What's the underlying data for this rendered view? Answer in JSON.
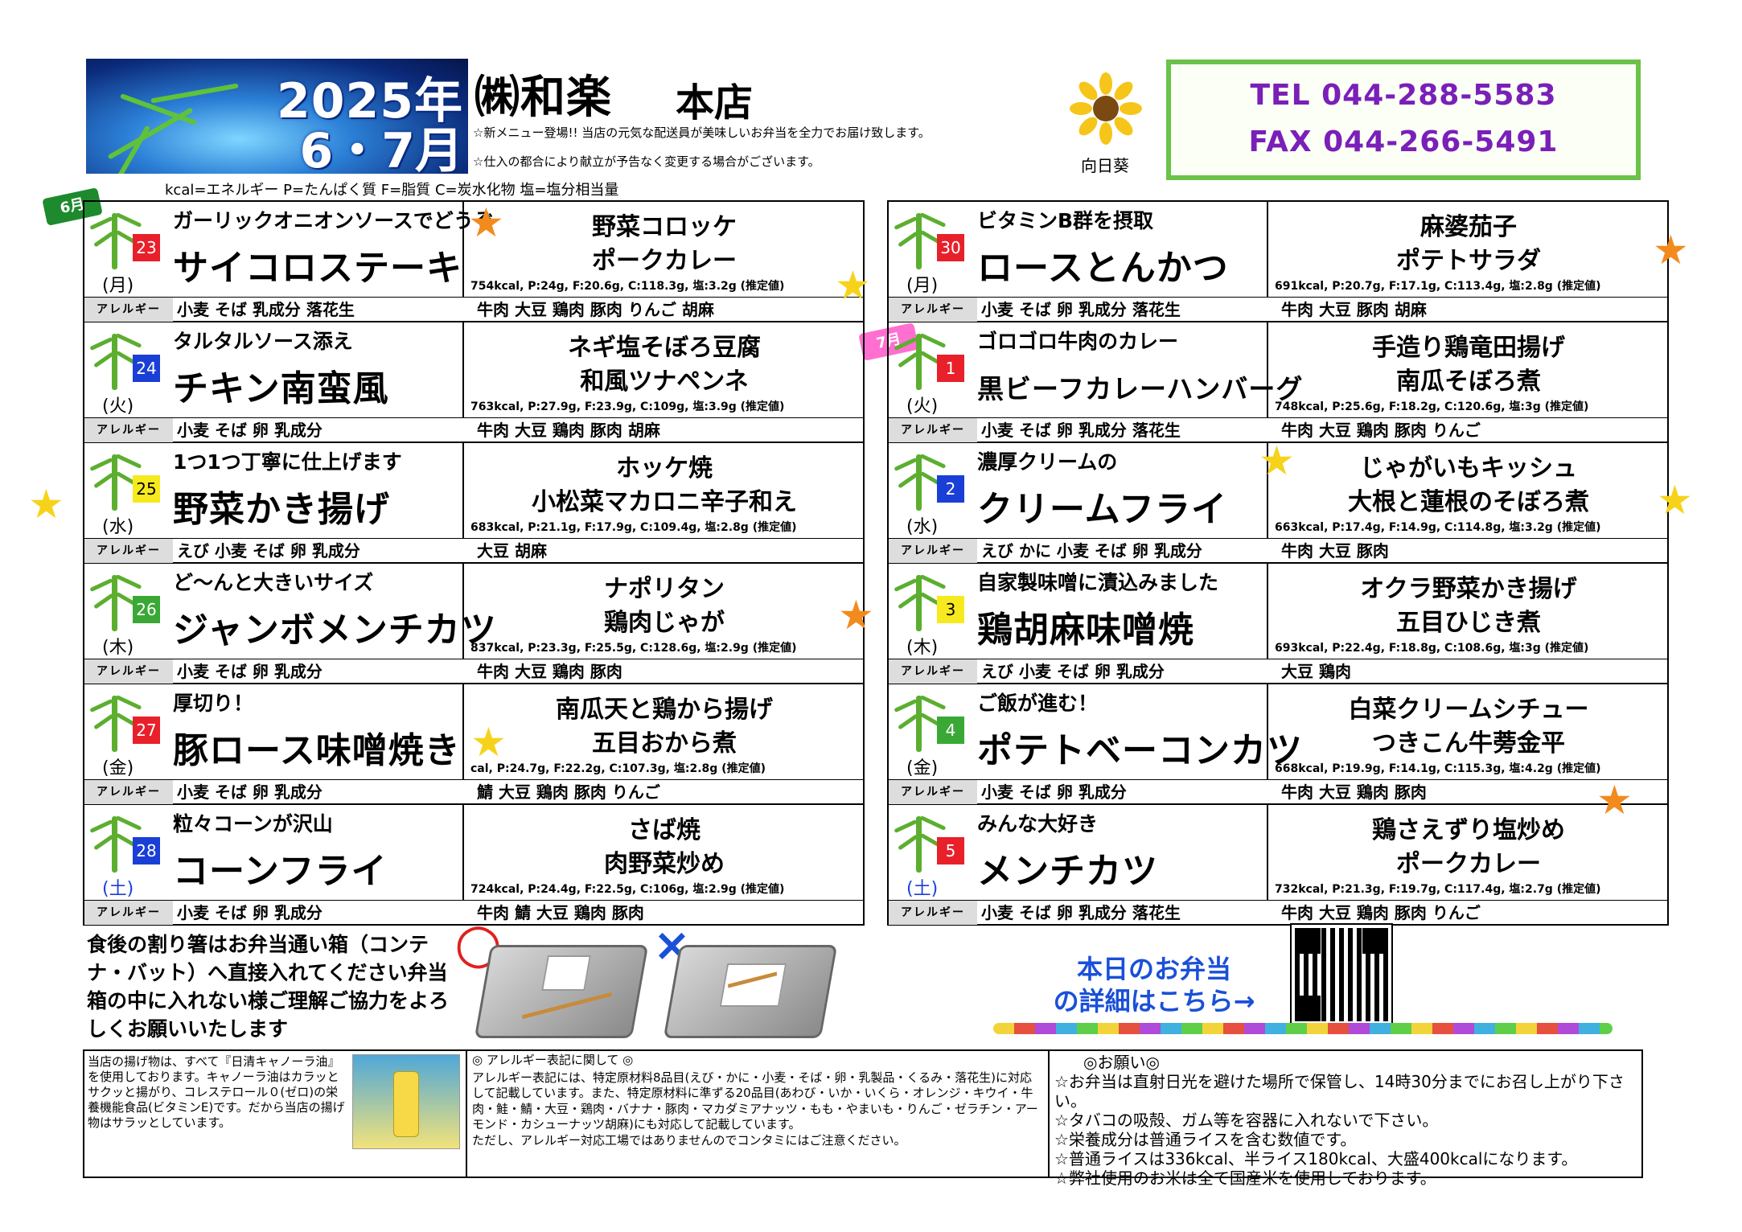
{
  "header": {
    "year": "2025年",
    "months": "6・7月",
    "company": "㈱和楽",
    "branch": "本店",
    "notice1": "☆新メニュー登場!! 当店の元気な配送員が美味しいお弁当を全力でお届け致します。",
    "notice2": "☆仕入の都合により献立が予告なく変更する場合がございます。",
    "sunflower_label": "向日葵",
    "tel": "TEL 044-288-5583",
    "fax": "FAX 044-266-5491",
    "legend": "kcal=エネルギー P=たんぱく質 F=脂質 C=炭水化物 塩=塩分相当量"
  },
  "allergy_label": "アレルギー",
  "month_tags": {
    "june": "6月",
    "july": "7月"
  },
  "colors": {
    "red": "#e8202a",
    "blue": "#1a3fd6",
    "green": "#3aa835",
    "yellow": "#f6ea1e",
    "purple": "#7a1fb8",
    "contact_border": "#6cc24a",
    "tag_green": "#1e8a2e",
    "tag_pink": "#ff6fd0"
  },
  "left_days": [
    {
      "date": "23",
      "weekday": "(月)",
      "color": "red",
      "caption": "ガーリックオニオンソースでどうぞ",
      "main": "サイコロステーキ",
      "side1": "野菜コロッケ",
      "side2": "ポークカレー",
      "nutrition": "754kcal, P:24g, F:20.6g, C:118.3g, 塩:3.2g (推定値)",
      "allergy_main": "小麦 そば 乳成分 落花生",
      "allergy_side": "牛肉 大豆 鶏肉 豚肉 りんご 胡麻"
    },
    {
      "date": "24",
      "weekday": "(火)",
      "color": "blue",
      "caption": "タルタルソース添え",
      "main": "チキン南蛮風",
      "side1": "ネギ塩そぼろ豆腐",
      "side2": "和風ツナペンネ",
      "nutrition": "763kcal, P:27.9g, F:23.9g, C:109g, 塩:3.9g (推定値)",
      "allergy_main": "小麦 そば 卵 乳成分",
      "allergy_side": "牛肉 大豆 鶏肉 豚肉 胡麻"
    },
    {
      "date": "25",
      "weekday": "(水)",
      "color": "yellow",
      "caption": "1つ1つ丁寧に仕上げます",
      "main": "野菜かき揚げ",
      "side1": "ホッケ焼",
      "side2": "小松菜マカロニ辛子和え",
      "nutrition": "683kcal, P:21.1g, F:17.9g, C:109.4g, 塩:2.8g (推定値)",
      "allergy_main": "えび 小麦 そば 卵 乳成分",
      "allergy_side": "大豆 胡麻"
    },
    {
      "date": "26",
      "weekday": "(木)",
      "color": "green",
      "caption": "ど〜んと大きいサイズ",
      "main": "ジャンボメンチカツ",
      "side1": "ナポリタン",
      "side2": "鶏肉じゃが",
      "nutrition": "837kcal, P:23.3g, F:25.5g, C:128.6g, 塩:2.9g (推定値)",
      "allergy_main": "小麦 そば 卵 乳成分",
      "allergy_side": "牛肉 大豆 鶏肉 豚肉"
    },
    {
      "date": "27",
      "weekday": "(金)",
      "color": "red",
      "caption": "厚切り！",
      "main": "豚ロース味噌焼き",
      "side1": "南瓜天と鶏から揚げ",
      "side2": "五目おから煮",
      "nutrition": "cal, P:24.7g, F:22.2g, C:107.3g, 塩:2.8g (推定値)",
      "allergy_main": "小麦 そば 卵 乳成分",
      "allergy_side": "鯖 大豆 鶏肉 豚肉 りんご"
    },
    {
      "date": "28",
      "weekday": "(土)",
      "color": "blue",
      "caption": "粒々コーンが沢山",
      "main": "コーンフライ",
      "side1": "さば焼",
      "side2": "肉野菜炒め",
      "nutrition": "724kcal, P:24.4g, F:22.5g, C:106g, 塩:2.9g (推定値)",
      "allergy_main": "小麦 そば 卵 乳成分",
      "allergy_side": "牛肉 鯖 大豆 鶏肉 豚肉"
    }
  ],
  "right_days": [
    {
      "date": "30",
      "weekday": "(月)",
      "color": "red",
      "caption": "ビタミンB群を摂取",
      "main": "ロースとんかつ",
      "side1": "麻婆茄子",
      "side2": "ポテトサラダ",
      "nutrition": "691kcal, P:20.7g, F:17.1g, C:113.4g, 塩:2.8g (推定値)",
      "allergy_main": "小麦 そば 卵 乳成分 落花生",
      "allergy_side": "牛肉 大豆 豚肉 胡麻"
    },
    {
      "date": "1",
      "weekday": "(火)",
      "color": "red",
      "caption": "ゴロゴロ牛肉のカレー",
      "main": "黒ビーフカレーハンバーグ",
      "side1": "手造り鶏竜田揚げ",
      "side2": "南瓜そぼろ煮",
      "nutrition": "748kcal, P:25.6g, F:18.2g, C:120.6g, 塩:3g (推定値)",
      "allergy_main": "小麦 そば 卵 乳成分 落花生",
      "allergy_side": "牛肉 大豆 鶏肉 豚肉 りんご"
    },
    {
      "date": "2",
      "weekday": "(水)",
      "color": "blue",
      "caption": "濃厚クリームの",
      "main": "クリームフライ",
      "side1": "じゃがいもキッシュ",
      "side2": "大根と蓮根のそぼろ煮",
      "nutrition": "663kcal, P:17.4g, F:14.9g, C:114.8g, 塩:3.2g (推定値)",
      "allergy_main": "えび かに 小麦 そば 卵 乳成分",
      "allergy_side": "牛肉 大豆 豚肉"
    },
    {
      "date": "3",
      "weekday": "(木)",
      "color": "yellow",
      "caption": "自家製味噌に漬込みました",
      "main": "鶏胡麻味噌焼",
      "side1": "オクラ野菜かき揚げ",
      "side2": "五目ひじき煮",
      "nutrition": "693kcal, P:22.4g, F:18.8g, C:108.6g, 塩:3g (推定値)",
      "allergy_main": "えび 小麦 そば 卵 乳成分",
      "allergy_side": "大豆 鶏肉"
    },
    {
      "date": "4",
      "weekday": "(金)",
      "color": "green",
      "caption": "ご飯が進む！",
      "main": "ポテトベーコンカツ",
      "side1": "白菜クリームシチュー",
      "side2": "つきこん牛蒡金平",
      "nutrition": "668kcal, P:19.9g, F:14.1g, C:115.3g, 塩:4.2g (推定値)",
      "allergy_main": "小麦 そば 卵 乳成分",
      "allergy_side": "牛肉 大豆 鶏肉 豚肉"
    },
    {
      "date": "5",
      "weekday": "(土)",
      "color": "red",
      "caption": "みんな大好き",
      "main": "メンチカツ",
      "side1": "鶏さえずり塩炒め",
      "side2": "ポークカレー",
      "nutrition": "732kcal, P:21.3g, F:19.7g, C:117.4g, 塩:2.7g (推定値)",
      "allergy_main": "小麦 そば 卵 乳成分 落花生",
      "allergy_side": "牛肉 大豆 鶏肉 豚肉 りんご"
    }
  ],
  "chopsticks": {
    "text": "食後の割り箸はお弁当通い箱（コンテナ・バット）へ直接入れてください弁当箱の中に入れない様ご理解ご協力をよろしくお願いいたします",
    "ok_mark": "○",
    "ng_mark": "×"
  },
  "qr_caption1": "本日のお弁当",
  "qr_caption2": "の詳細はこちら→",
  "footer": {
    "oil_text": "当店の揚げ物は、すべて『日清キャノーラ油』を使用しております。キャノーラ油はカラッとサクッと揚がり、コレステロール０(ゼロ)の栄養機能食品(ビタミンE)です。だから当店の揚げ物はサラッとしています。",
    "allergy_title": "◎ アレルギー表記に関して ◎",
    "allergy_text": "アレルギー表記には、特定原材料8品目(えび・かに・小麦・そば・卵・乳製品・くるみ・落花生)に対応して記載しています。また、特定原材料に準ずる20品目(あわび・いか・いくら・オレンジ・キウイ・牛肉・鮭・鯖・大豆・鶏肉・バナナ・豚肉・マカダミアナッツ・もも・やまいも・りんご・ゼラチン・アーモンド・カシューナッツ胡麻)にも対応して記載しています。",
    "allergy_note": "ただし、アレルギー対応工場ではありませんのでコンタミにはご注意ください。",
    "request_title": "◎お願い◎",
    "requests": [
      "☆お弁当は直射日光を避けた場所で保管し、14時30分までにお召し上がり下さい。",
      "☆タバコの吸殻、ガム等を容器に入れないで下さい。",
      "☆栄養成分は普通ライスを含む数値です。",
      "☆普通ライスは336kcal、半ライス180kcal、大盛400kcalになります。",
      "☆弊社使用のお米は全て国産米を使用しております。"
    ]
  }
}
